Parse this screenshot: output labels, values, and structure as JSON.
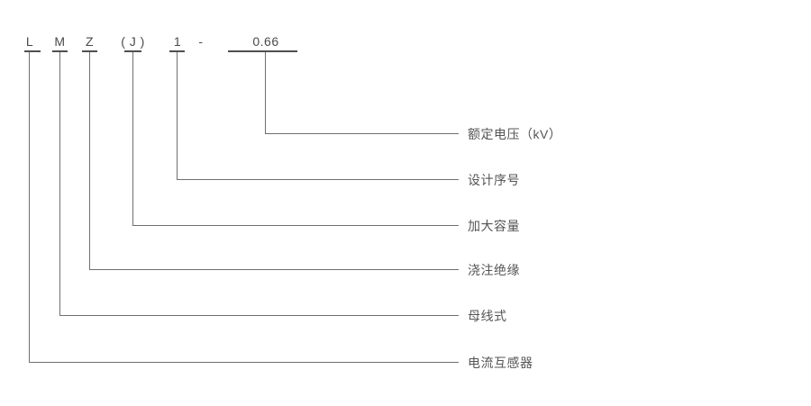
{
  "diagram": {
    "title_semantic": "model-designation-breakdown",
    "model_code": "LMZ(J)1-0.66",
    "separator": "-",
    "entries": [
      {
        "code": "L",
        "meaning": "电流互感器"
      },
      {
        "code": "M",
        "meaning": "母线式"
      },
      {
        "code": "Z",
        "meaning": "浇注绝缘"
      },
      {
        "code": "( J )",
        "meaning": "加大容量"
      },
      {
        "code": "1",
        "meaning": "设计序号"
      },
      {
        "code": "0.66",
        "meaning": "额定电压（kV）"
      }
    ],
    "colors": {
      "text": "#4a4a4a",
      "label_text": "#555555",
      "connector_line": "#6f6f6f",
      "underline": "#4f4f4f",
      "background": "#ffffff"
    }
  }
}
